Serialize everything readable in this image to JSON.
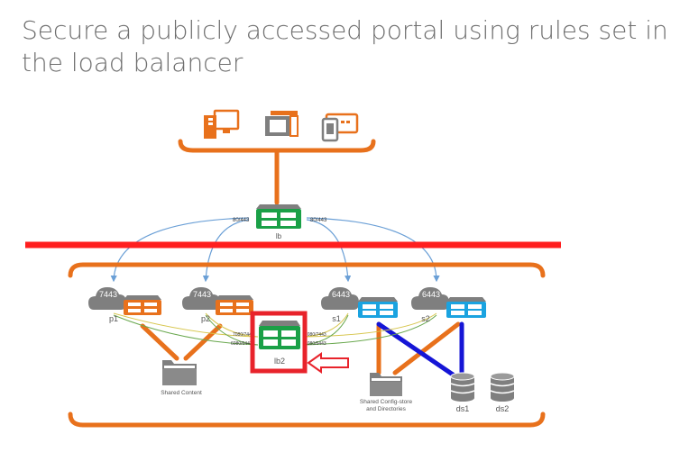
{
  "slide": {
    "title": "Secure a publicly accessed portal using rules set in the load balancer"
  },
  "diagram": {
    "labels": {
      "lb": "lb",
      "lb2": "lb2",
      "port_left": "80/443",
      "port_right": "80/443",
      "cloud_p1": "7443",
      "cloud_p2": "7443",
      "cloud_s1": "6443",
      "cloud_s2": "6443",
      "node_p1": "p1",
      "node_p2": "p2",
      "node_s1": "s1",
      "node_s2": "s2",
      "lb2_port_left_top": "7080/7443",
      "lb2_port_left_bottom": "6080/6443",
      "lb2_port_right_top": "7080/7443",
      "lb2_port_right_bottom": "6080/6443",
      "shared_content": "Shared Content",
      "shared_config_line1": "Shared Config-store",
      "shared_config_line2": "and Directories",
      "ds1": "ds1",
      "ds2": "ds2"
    },
    "colors": {
      "orange": "#e8711c",
      "green": "#1aa047",
      "red": "#ff1f1f",
      "highlight_red": "#e8232b",
      "blue": "#1aa3e0",
      "dark_blue": "#1515d6",
      "gray": "#7f7f7f",
      "connector": "#6a9fd6",
      "yellow": "#d7c64e"
    },
    "icons": [
      "desktop-computer-icon",
      "laptop-icon",
      "tablet-icon",
      "server-switch-icon",
      "cloud-icon",
      "folder-icon",
      "database-icon",
      "arrow-icon"
    ]
  }
}
